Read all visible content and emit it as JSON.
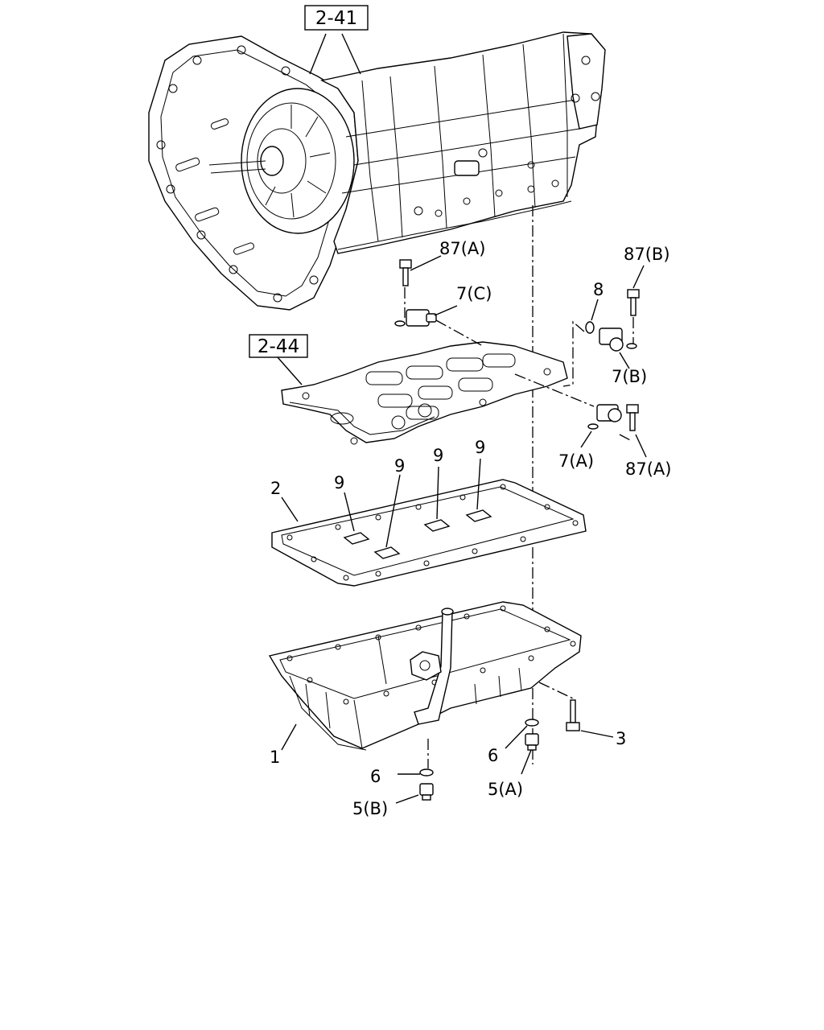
{
  "refs": {
    "r241": "2-41",
    "r244": "2-44"
  },
  "labels": {
    "l87a_top": "87(A)",
    "l7c": "7(C)",
    "l87b": "87(B)",
    "l8": "8",
    "l7b": "7(B)",
    "l7a": "7(A)",
    "l87a_bot": "87(A)",
    "l2": "2",
    "l9a": "9",
    "l9b": "9",
    "l9c": "9",
    "l9d": "9",
    "l1": "1",
    "l3": "3",
    "l6a": "6",
    "l6b": "6",
    "l5a": "5(A)",
    "l5b": "5(B)"
  }
}
